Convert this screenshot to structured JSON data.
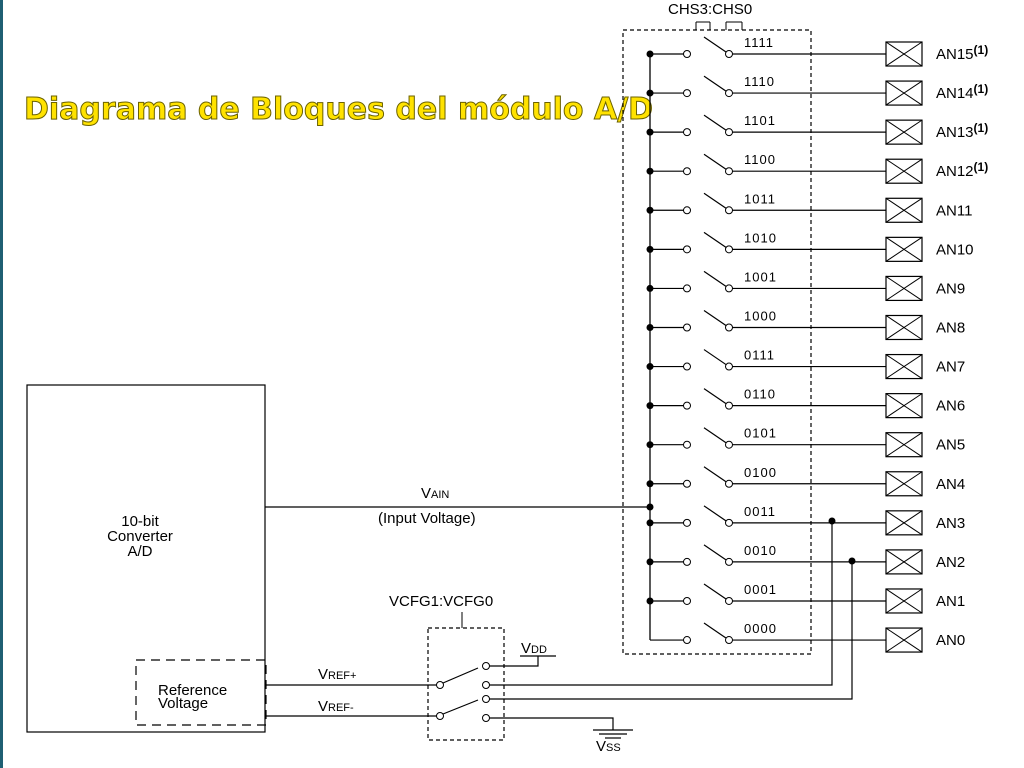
{
  "title": "Diagrama de Bloques del módulo A/D",
  "mux_select_label": "CHS3:CHS0",
  "channels": [
    {
      "code": "1111",
      "pin": "AN15",
      "note": "(1)"
    },
    {
      "code": "1110",
      "pin": "AN14",
      "note": "(1)"
    },
    {
      "code": "1101",
      "pin": "AN13",
      "note": "(1)"
    },
    {
      "code": "1100",
      "pin": "AN12",
      "note": "(1)"
    },
    {
      "code": "1011",
      "pin": "AN11",
      "note": ""
    },
    {
      "code": "1010",
      "pin": "AN10",
      "note": ""
    },
    {
      "code": "1001",
      "pin": "AN9",
      "note": ""
    },
    {
      "code": "1000",
      "pin": "AN8",
      "note": ""
    },
    {
      "code": "0111",
      "pin": "AN7",
      "note": ""
    },
    {
      "code": "0110",
      "pin": "AN6",
      "note": ""
    },
    {
      "code": "0101",
      "pin": "AN5",
      "note": ""
    },
    {
      "code": "0100",
      "pin": "AN4",
      "note": ""
    },
    {
      "code": "0011",
      "pin": "AN3",
      "note": ""
    },
    {
      "code": "0010",
      "pin": "AN2",
      "note": ""
    },
    {
      "code": "0001",
      "pin": "AN1",
      "note": ""
    },
    {
      "code": "0000",
      "pin": "AN0",
      "note": ""
    }
  ],
  "converter": {
    "line1": "10-bit",
    "line2": "Converter",
    "line3": "A/D"
  },
  "vain": {
    "main": "V",
    "sub": "AIN",
    "desc": "(Input Voltage)"
  },
  "reference": {
    "line1": "Reference",
    "line2": "Voltage"
  },
  "vcfg_label": "VCFG1:VCFG0",
  "vref_plus": {
    "main": "V",
    "sub": "REF+"
  },
  "vref_minus": {
    "main": "V",
    "sub": "REF-"
  },
  "vdd": {
    "main": "V",
    "sub": "DD"
  },
  "vss": {
    "main": "V",
    "sub": "SS"
  }
}
